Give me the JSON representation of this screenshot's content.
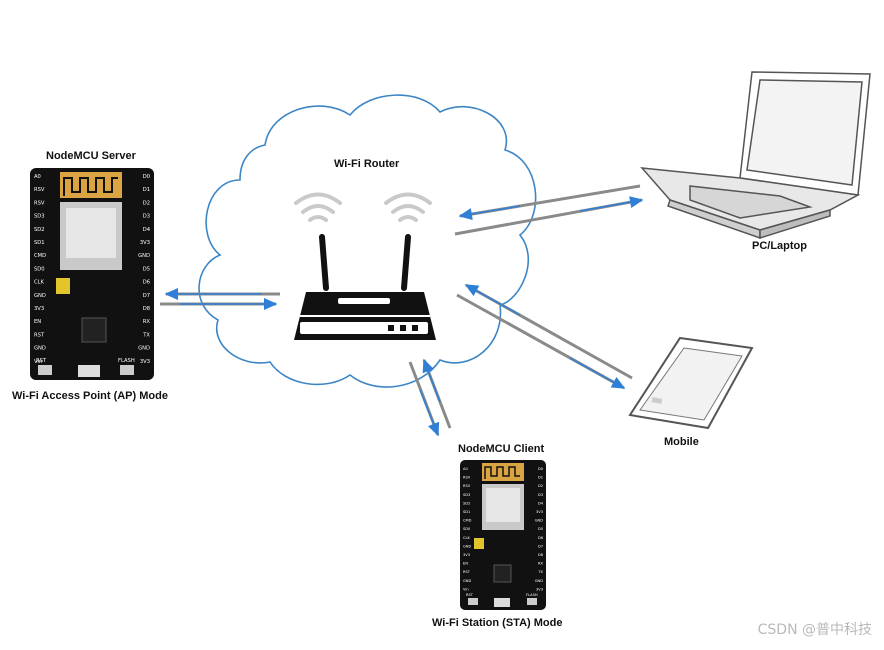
{
  "labels": {
    "nodemcu_server": "NodeMCU Server",
    "ap_mode": "Wi-Fi Access Point (AP) Mode",
    "wifi_router": "Wi-Fi Router",
    "pc_laptop": "PC/Laptop",
    "mobile": "Mobile",
    "nodemcu_client": "NodeMCU Client",
    "sta_mode": "Wi-Fi Station (STA) Mode"
  },
  "board_pins": {
    "left": [
      "A0",
      "RSV",
      "RSV",
      "SD3",
      "SD2",
      "SD1",
      "CMD",
      "SD0",
      "CLK",
      "GND",
      "3V3",
      "EN",
      "RST",
      "GND",
      "Vin"
    ],
    "right": [
      "D0",
      "D1",
      "D2",
      "D3",
      "D4",
      "3V3",
      "GND",
      "D5",
      "D6",
      "D7",
      "D8",
      "RX",
      "TX",
      "GND",
      "3V3"
    ],
    "buttons": [
      "RST",
      "FLASH"
    ]
  },
  "watermark": "CSDN @普中科技",
  "colors": {
    "cloud_outline": "#3d86c6",
    "arrow_blue": "#2f7fd6",
    "arrow_grey": "#8a8a8a",
    "board": "#111111",
    "antenna_gold": "#d9a441"
  }
}
